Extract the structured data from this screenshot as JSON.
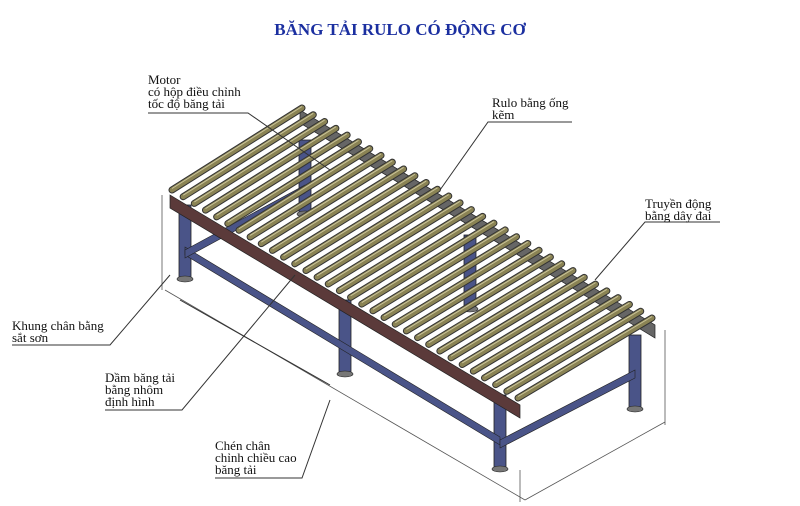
{
  "title": "BĂNG TẢI RULO CÓ ĐỘNG CƠ",
  "labels": {
    "motor": [
      "Motor",
      "có hộp điều chỉnh",
      "tốc độ băng tải"
    ],
    "roller": [
      "Rulo bằng ống",
      "kẽm"
    ],
    "drive": [
      "Truyền động",
      "bằng dây đai"
    ],
    "frame": [
      "Khung chân bằng",
      "sắt sơn"
    ],
    "beam": [
      "Dầm băng tải",
      "bằng nhôm",
      "định hình"
    ],
    "foot": [
      "Chén chân",
      "chỉnh chiều cao",
      "băng tải"
    ]
  },
  "drawing": {
    "roller_count": 32,
    "roller_color": "#8a8354",
    "frame_color": "#4a5488",
    "beam_color": "#5b3a3a"
  }
}
